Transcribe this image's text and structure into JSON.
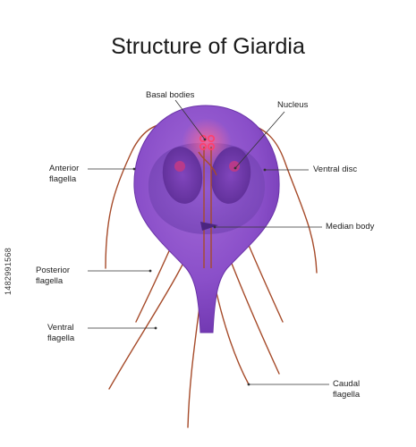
{
  "title": "Structure of Giardia",
  "labels": {
    "basal_bodies": "Basal bodies",
    "nucleus": "Nucleus",
    "anterior_flagella": "Anterior\nflagella",
    "ventral_disc": "Ventral disc",
    "median_body": "Median body",
    "posterior_flagella": "Posterior\nflagella",
    "ventral_flagella": "Ventral\nflagella",
    "caudal_flagella": "Caudal\nflagella"
  },
  "stock_id": "1482991568",
  "colors": {
    "cell_body": "#8a4fc9",
    "ventral_disc": "#7d45bd",
    "nucleus": "#6a3aa6",
    "karyosome": "#b83a8a",
    "flagella": "#a64b2a",
    "basal_glow": "#ff4f7a"
  }
}
